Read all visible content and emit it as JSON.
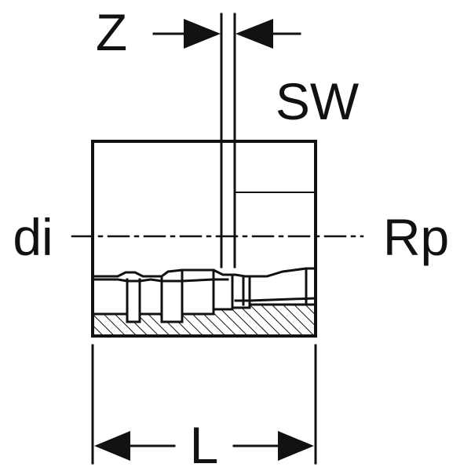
{
  "labels": {
    "z": "Z",
    "sw": "SW",
    "di": "di",
    "rp": "Rp",
    "l": "L"
  },
  "colors": {
    "ink": "#111111",
    "background": "#ffffff"
  }
}
